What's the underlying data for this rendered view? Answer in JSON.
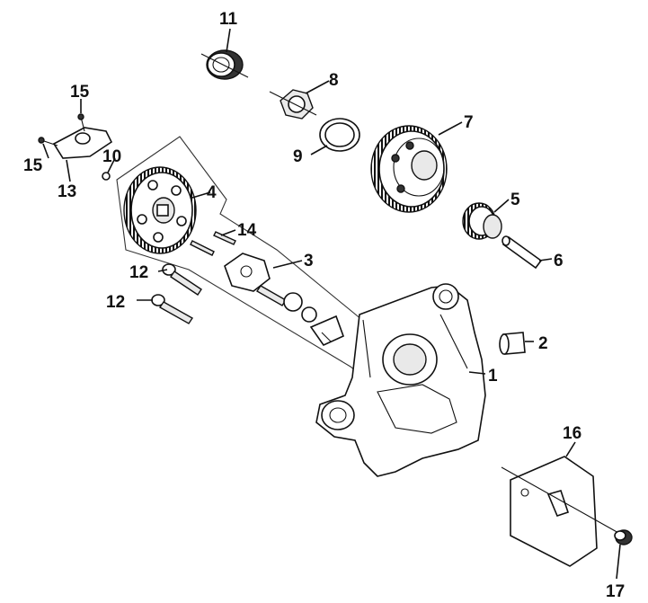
{
  "diagram": {
    "callouts": [
      "1",
      "2",
      "3",
      "4",
      "5",
      "6",
      "7",
      "8",
      "9",
      "10",
      "11",
      "12",
      "12",
      "13",
      "14",
      "15",
      "15",
      "16",
      "17"
    ]
  }
}
